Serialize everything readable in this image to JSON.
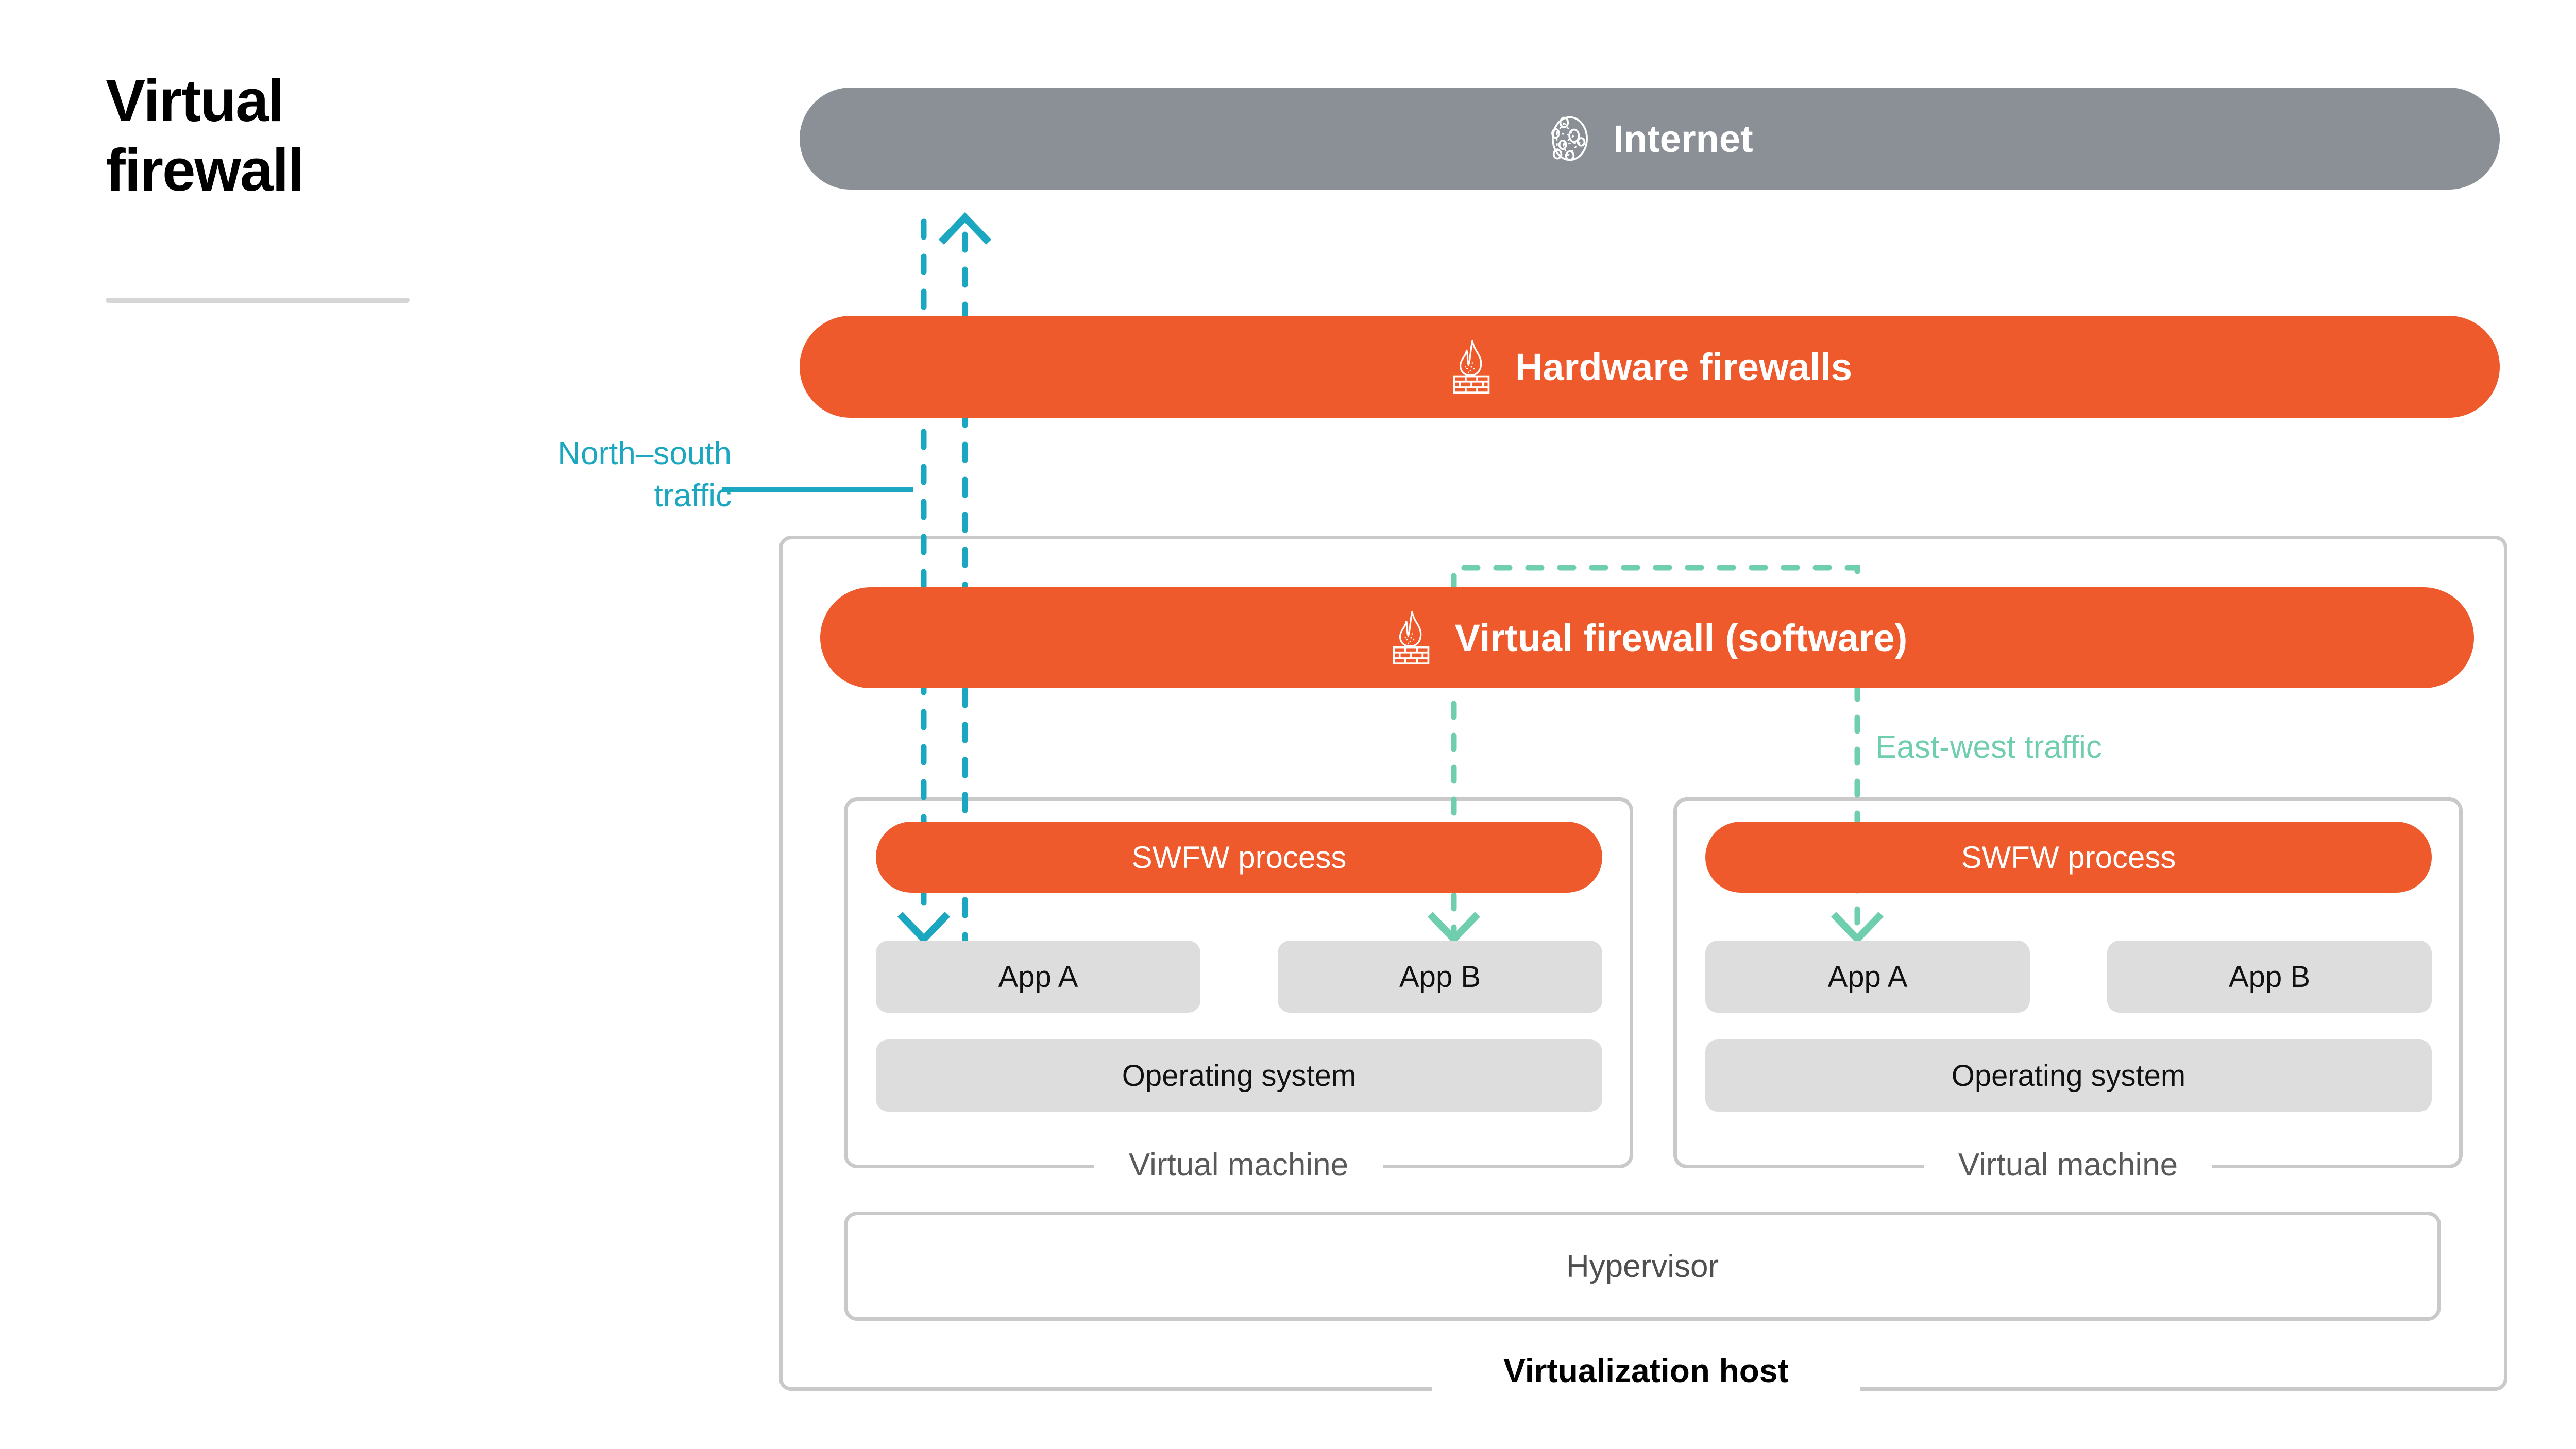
{
  "page": {
    "title_line1": "Virtual",
    "title_line2": "firewall",
    "title": "Virtual\nfirewall"
  },
  "colors": {
    "orange": "#ef5a2c",
    "gray_bar": "#8b9097",
    "cyan": "#1ba7c0",
    "green": "#6fcead",
    "box_border": "#c9c9c9",
    "gray_fill": "#dddddd"
  },
  "bars": {
    "internet": {
      "label": "Internet",
      "icon": "network-globe-icon",
      "fill": "#8b9097"
    },
    "hardware_firewalls": {
      "label": "Hardware firewalls",
      "icon": "firewall-flame-brick-icon",
      "fill": "#ef5a2c"
    },
    "virtual_firewall": {
      "label": "Virtual firewall (software)",
      "icon": "firewall-flame-brick-icon",
      "fill": "#ef5a2c"
    }
  },
  "traffic": {
    "north_south": {
      "label": "North–south\ntraffic",
      "color": "#1ba7c0"
    },
    "east_west": {
      "label": "East-west traffic",
      "color": "#6fcead"
    }
  },
  "host": {
    "caption": "Virtualization host",
    "hypervisor": {
      "label": "Hypervisor"
    },
    "vms": [
      {
        "caption": "Virtual machine",
        "swfw": {
          "label": "SWFW process"
        },
        "apps": [
          {
            "label": "App A"
          },
          {
            "label": "App B"
          }
        ],
        "os": {
          "label": "Operating system"
        }
      },
      {
        "caption": "Virtual machine",
        "swfw": {
          "label": "SWFW process"
        },
        "apps": [
          {
            "label": "App A"
          },
          {
            "label": "App B"
          }
        ],
        "os": {
          "label": "Operating system"
        }
      }
    ]
  }
}
